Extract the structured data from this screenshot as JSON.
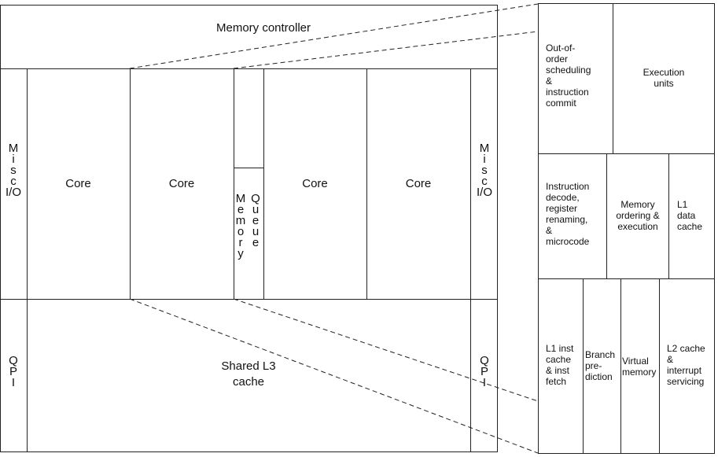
{
  "die": {
    "memory_controller": "Memory controller",
    "misc_io_left": "M\ni\ns\nc\nI/O",
    "misc_io_right": "M\ni\ns\nc\nI/O",
    "cores": [
      "Core",
      "Core",
      "Core",
      "Core"
    ],
    "memory_col": "M\ne\nm\no\nr\ny",
    "queue_col": "Q\nu\ne\nu\ne",
    "qpi_left": "Q\nP\nI",
    "qpi_right": "Q\nP\nI",
    "shared_l3": "Shared L3\ncache"
  },
  "core_detail": {
    "row1": [
      "Out-of-\norder\nscheduling\n&\ninstruction\ncommit",
      "Execution\nunits"
    ],
    "row2": [
      "Instruction\ndecode,\nregister\nrenaming,\n&\nmicrocode",
      "Memory\nordering &\nexecution",
      "L1\ndata\ncache"
    ],
    "row3": [
      "L1 inst\ncache\n& inst\nfetch",
      "Branch\npre-\ndiction",
      "Virtual\nmemory",
      "L2 cache\n&\ninterrupt\nservicing"
    ]
  }
}
